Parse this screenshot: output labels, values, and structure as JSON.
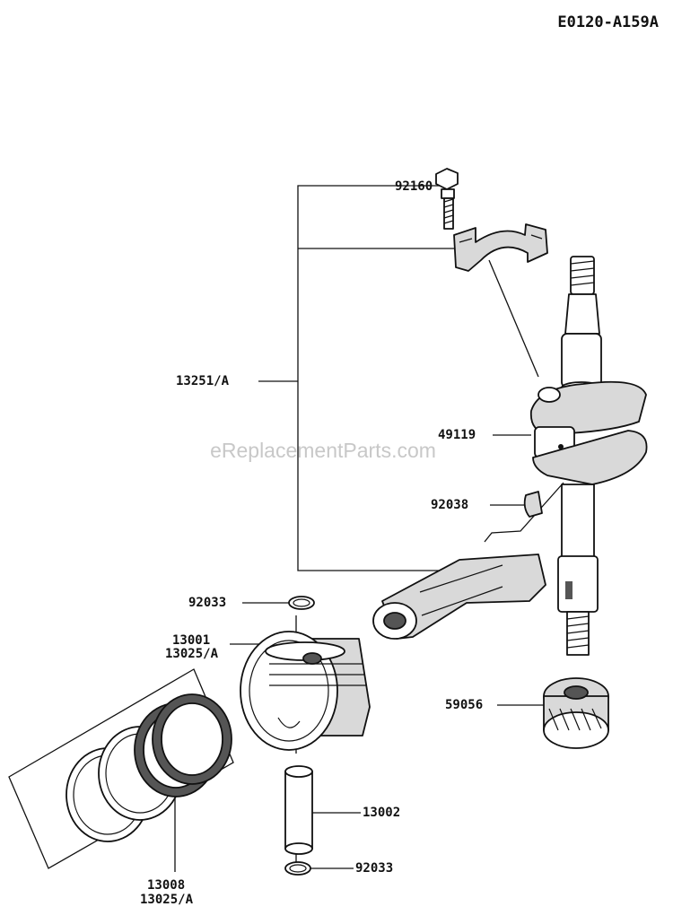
{
  "diagram_code": "E0120-A159A",
  "watermark": "eReplacementParts.com",
  "parts": {
    "bolt": "92160",
    "connecting_rod_assembly": "13251/A",
    "crankshaft": "49119",
    "key": "92038",
    "circlip_top": "92033",
    "piston_a": "13001",
    "piston_b": "13025/A",
    "gear": "59056",
    "piston_pin": "13002",
    "circlip_bottom": "92033",
    "ring_set_a": "13008",
    "ring_set_b": "13025/A"
  }
}
